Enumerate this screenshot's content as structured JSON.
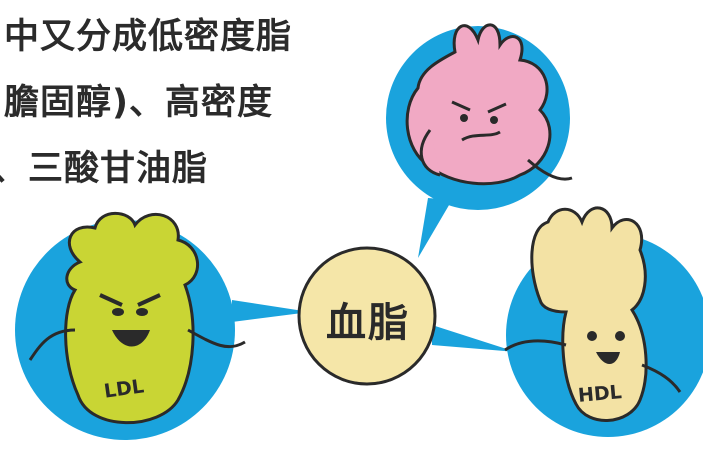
{
  "intro_text": {
    "line1": "中又分成低密度脂",
    "line2": "膽固醇)、高密度",
    "line3": "、三酸甘油脂"
  },
  "center_node": {
    "label": "血脂"
  },
  "characters": {
    "ldl": {
      "label": "LDL",
      "color": "#c9d534"
    },
    "hdl": {
      "label": "HDL",
      "color": "#f3e2a4"
    },
    "triglyceride": {
      "color": "#f1a9c4"
    }
  },
  "colors": {
    "bubble_blue": "#1aa3dd",
    "center_fill": "#f5e6a8",
    "outline": "#2a2a2a"
  }
}
